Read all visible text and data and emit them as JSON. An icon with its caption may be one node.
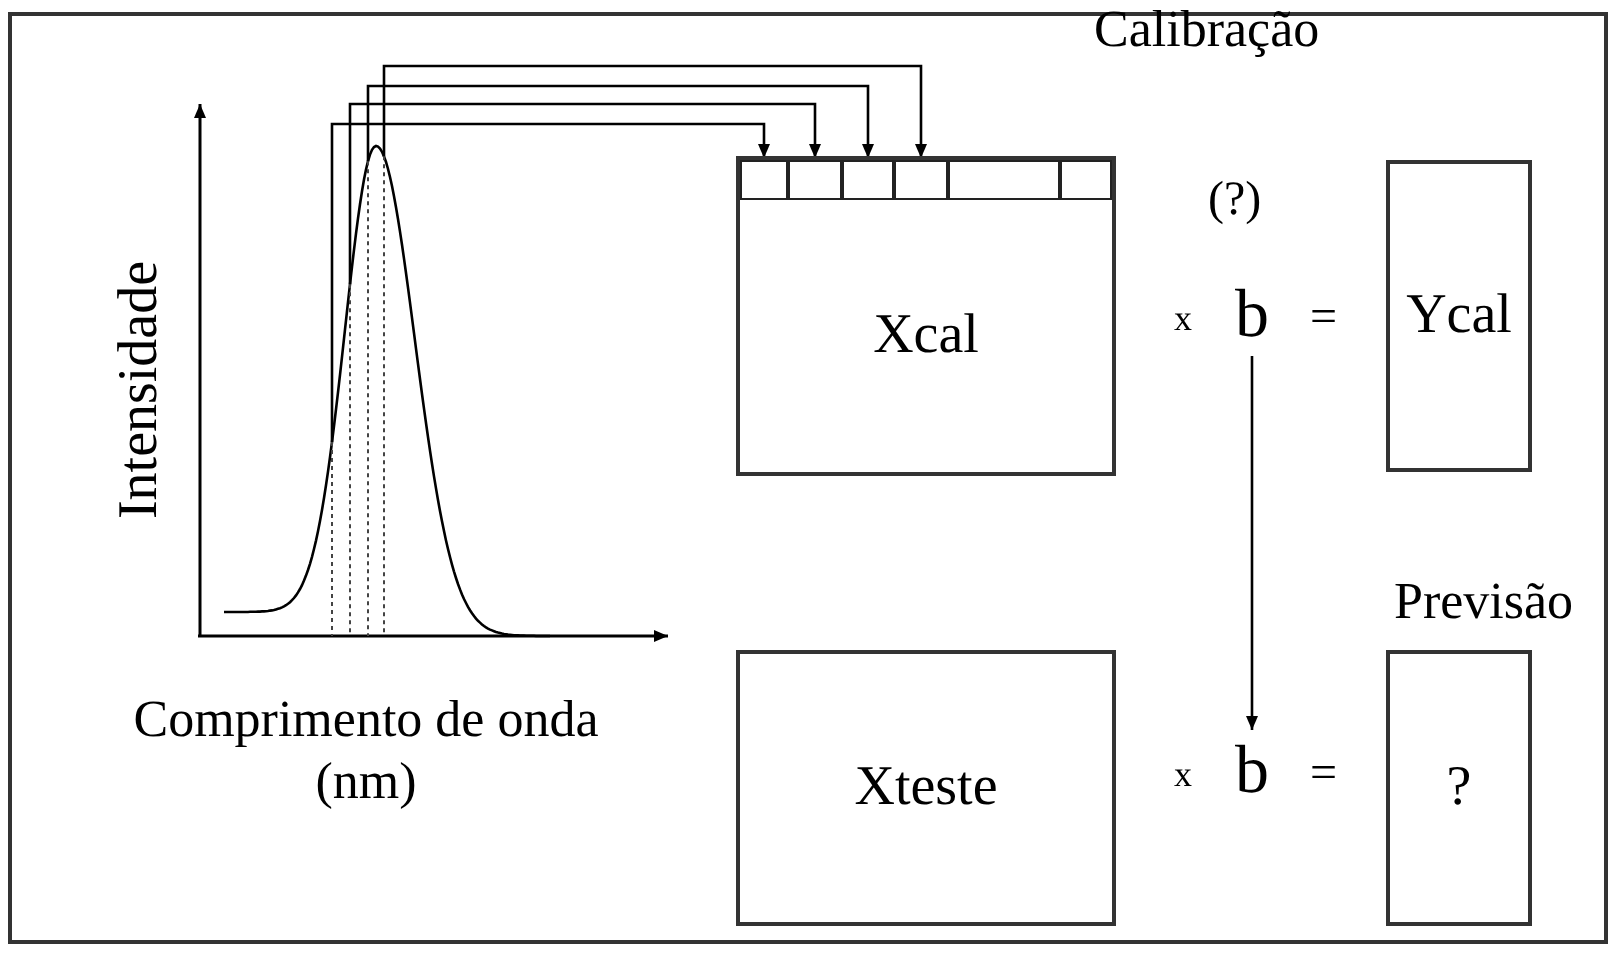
{
  "diagram": {
    "nodes": [
      {
        "text": [],
        "shape": "picture"
      },
      {
        "text": [
          "Xcal"
        ]
      },
      {
        "text": [],
        "shape": "box",
        "in": 1
      },
      {
        "text": [],
        "shape": "box",
        "in": 1
      },
      {
        "text": [],
        "shape": "box",
        "in": 1
      },
      {
        "text": [],
        "shape": "box",
        "in": 1
      },
      {
        "text": [],
        "shape": "box",
        "in": 1
      },
      {
        "text": [],
        "shape": "box",
        "in": 1
      },
      {
        "text": [
          "b"
        ]
      },
      {
        "text": [
          "Ycal"
        ]
      },
      {
        "text": [
          "Xteste"
        ]
      },
      {
        "text": [
          "b"
        ]
      },
      {
        "text": [
          "?"
        ]
      }
    ],
    "edges": [
      {
        "from": 0,
        "to": 2,
        "arrow": "to"
      },
      {
        "from": 0,
        "to": 3,
        "arrow": "to"
      },
      {
        "from": 0,
        "to": 4,
        "arrow": "to"
      },
      {
        "from": 0,
        "to": 5,
        "arrow": "to"
      },
      {
        "from": 8,
        "to": 11,
        "arrow": "to"
      }
    ],
    "labels": [
      "Calibração",
      "Intensidade",
      "(?)",
      "x",
      "=",
      "Previsão",
      "Comprimento de onda (nm)",
      "x",
      "="
    ]
  }
}
